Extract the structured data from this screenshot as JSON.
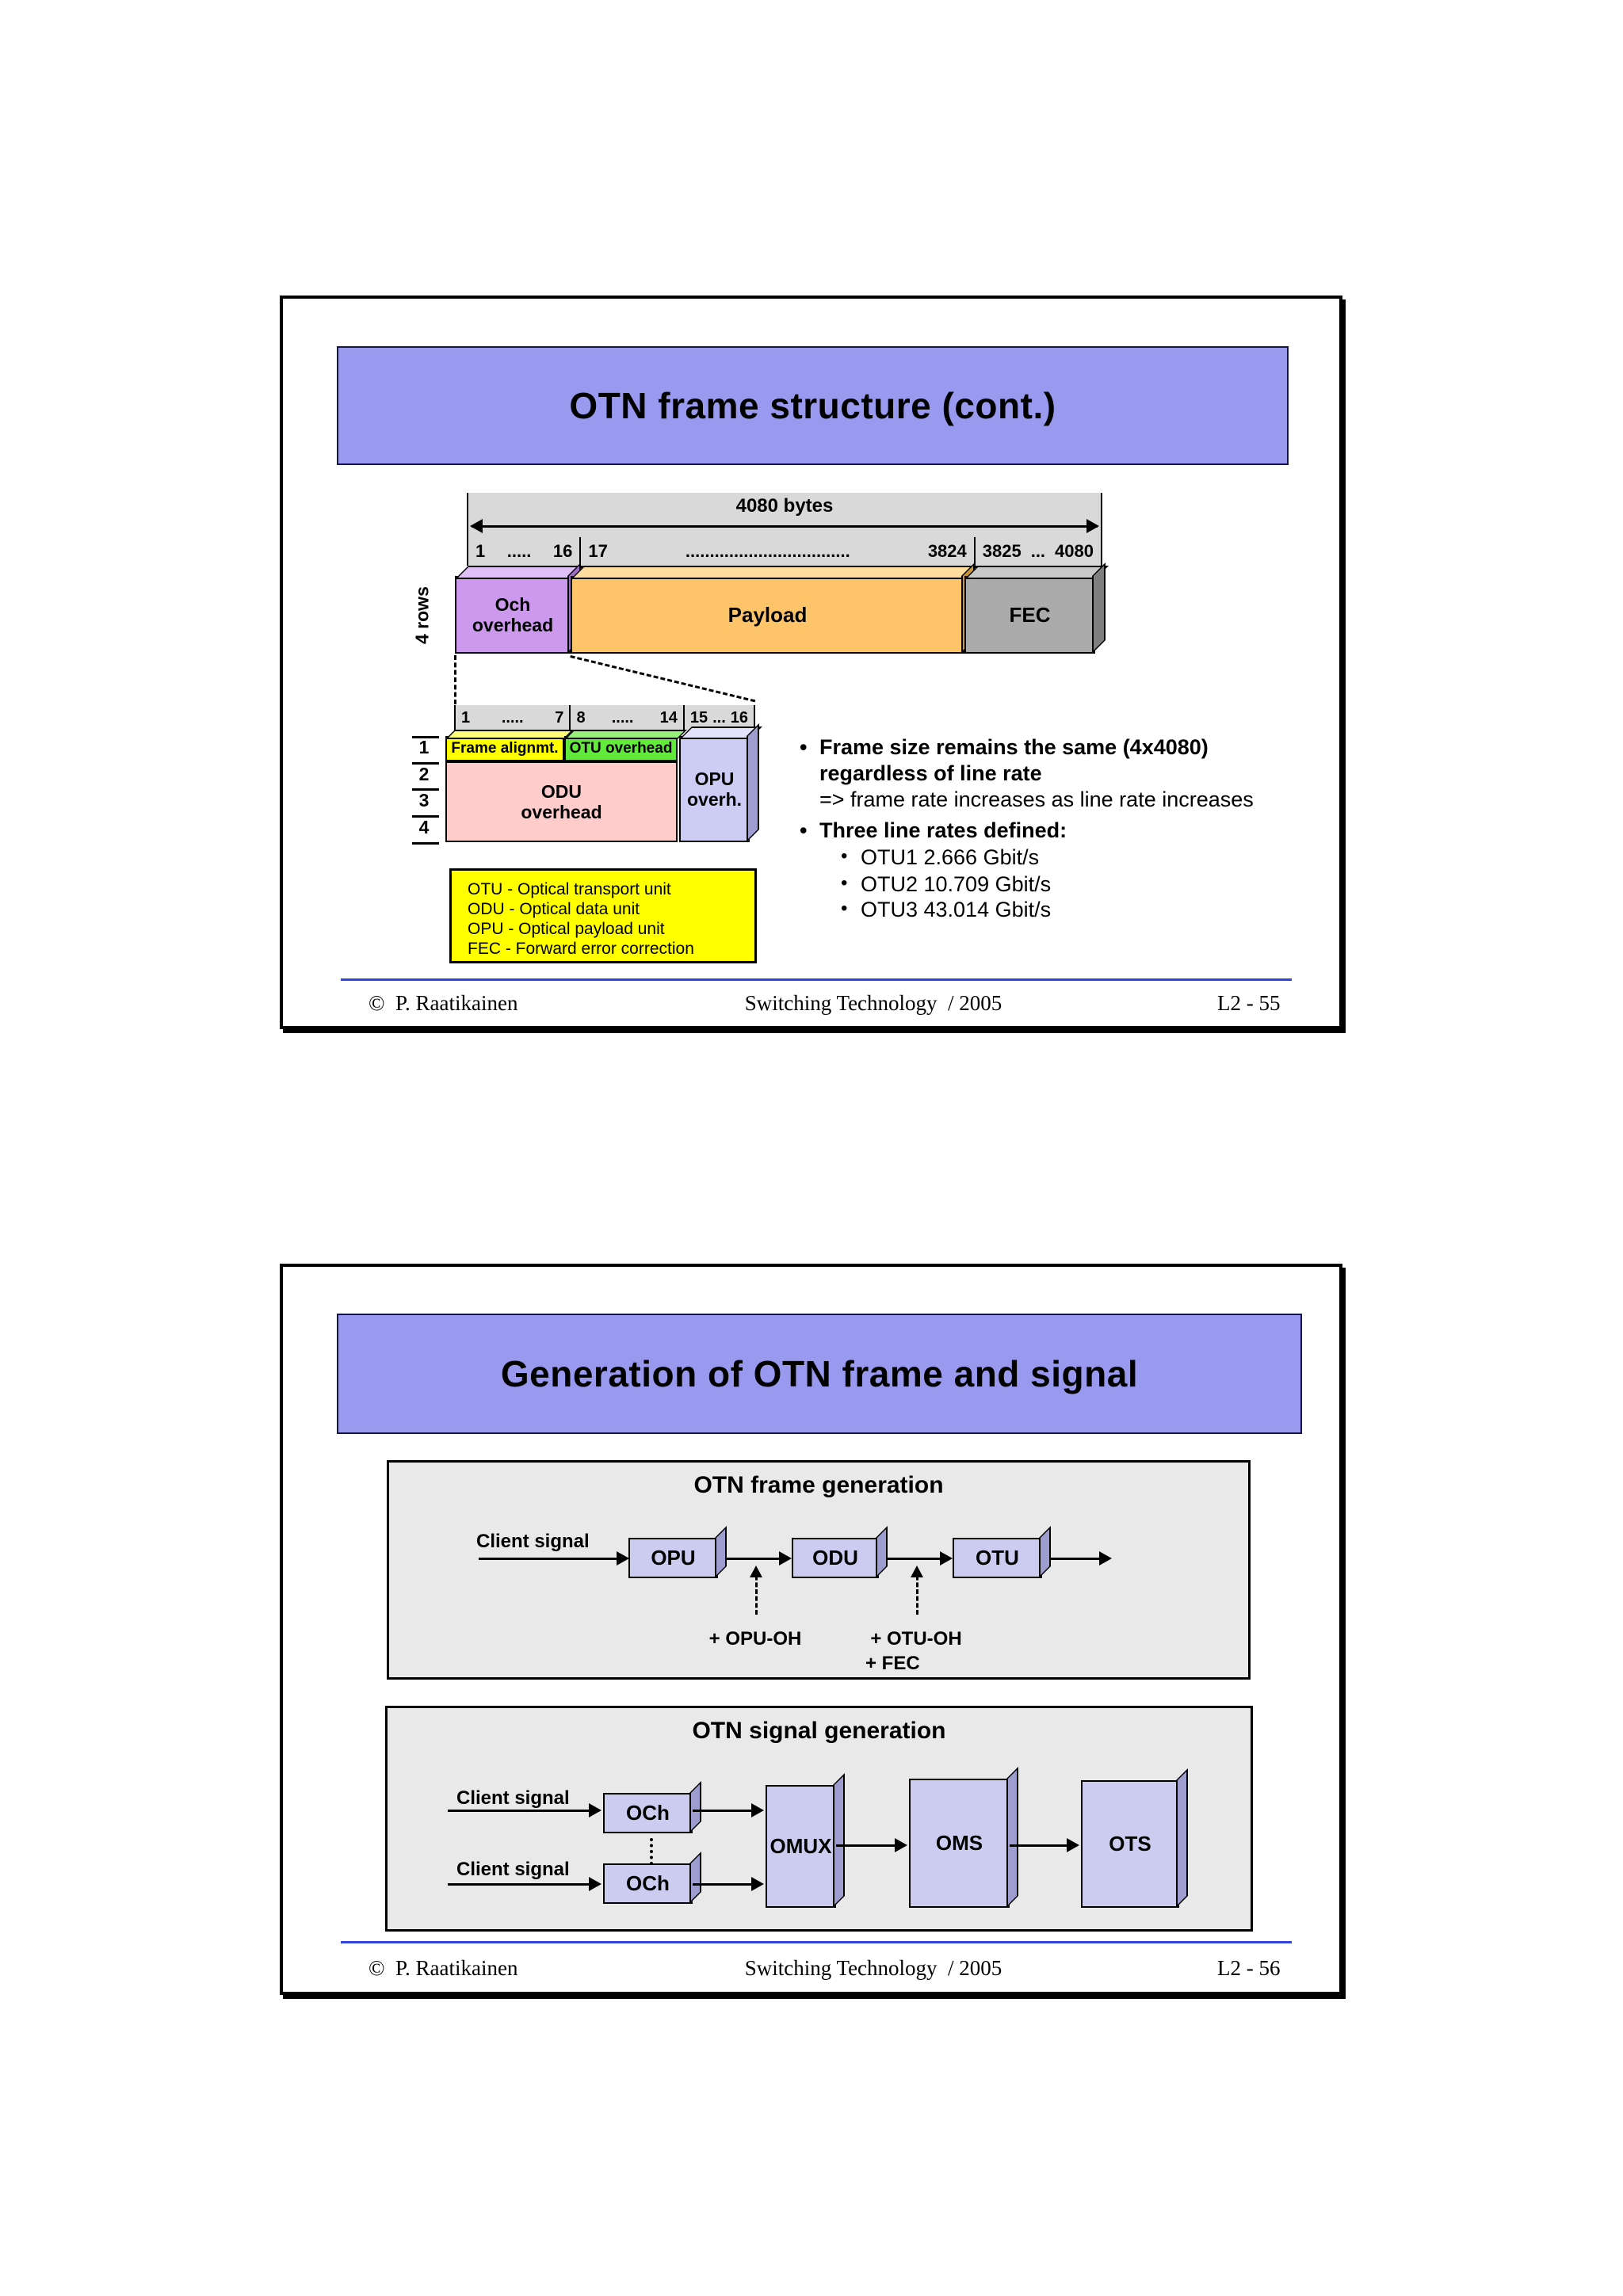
{
  "colors": {
    "title_bar": "#9999F0",
    "och_overhead": "#CC99EE",
    "payload": "#FDC46A",
    "fec": "#ABABAB",
    "ruler_bg": "#D9D9D9",
    "frame_alignment": "#FFFF00",
    "otu_overhead": "#61E93C",
    "odu_overhead": "#FFCCCC",
    "opu_overhead": "#CCCCF5",
    "legend_bg": "#FFFF00",
    "panel_bg": "#E9E9E9",
    "node_box": "#CCCCF0",
    "footer_rule": "#3344DD"
  },
  "footer": {
    "author": "©  P. Raatikainen",
    "course": "Switching Technology  / 2005"
  },
  "slide1": {
    "title": "OTN frame structure (cont.)",
    "page_no": "L2 - 55",
    "rows_label": "4 rows",
    "byte_ruler": {
      "total": "4080 bytes",
      "seg1": {
        "start": "1",
        "dots": ".....",
        "end": "16"
      },
      "seg2": {
        "start": "17",
        "dots": "..................................",
        "end": "3824"
      },
      "seg3": {
        "start": "3825",
        "dots": "...",
        "end": "4080"
      }
    },
    "frame_boxes": {
      "och": "Och\noverhead",
      "payload": "Payload",
      "fec": "FEC"
    },
    "detail_ruler": {
      "seg1": {
        "start": "1",
        "dots": ".....",
        "end": "7"
      },
      "seg2": {
        "start": "8",
        "dots": ".....",
        "end": "14"
      },
      "seg3": {
        "start": "15",
        "dots": "...",
        "end": "16"
      }
    },
    "detail_rows": {
      "numbers": [
        "1",
        "2",
        "3",
        "4"
      ],
      "frame_align": "Frame alignmt.",
      "otu_oh": "OTU overhead",
      "odu_oh": "ODU\noverhead",
      "opu_oh": "OPU\noverh."
    },
    "legend": [
      "OTU - Optical transport unit",
      "ODU - Optical data unit",
      "OPU - Optical payload unit",
      "FEC  - Forward error correction"
    ],
    "bullets": {
      "b1a": "Frame size remains the same (4x4080)",
      "b1b": "regardless of line rate",
      "b1c": "=> frame rate increases as line rate increases",
      "b2": "Three line rates defined:",
      "s1": "OTU1  2.666 Gbit/s",
      "s2": "OTU2  10.709 Gbit/s",
      "s3": "OTU3  43.014 Gbit/s"
    }
  },
  "slide2": {
    "title": "Generation of OTN frame and signal",
    "page_no": "L2 - 56",
    "frame_panel": {
      "title": "OTN frame generation",
      "client": "Client signal",
      "nodes": [
        "OPU",
        "ODU",
        "OTU"
      ],
      "add_opu": "+ OPU-OH",
      "add_otu": "+ OTU-OH",
      "add_fec": "+ FEC"
    },
    "signal_panel": {
      "title": "OTN signal generation",
      "client1": "Client signal",
      "client2": "Client signal",
      "och1": "OCh",
      "och2": "OCh",
      "nodes": [
        "OMUX",
        "OMS",
        "OTS"
      ]
    }
  }
}
